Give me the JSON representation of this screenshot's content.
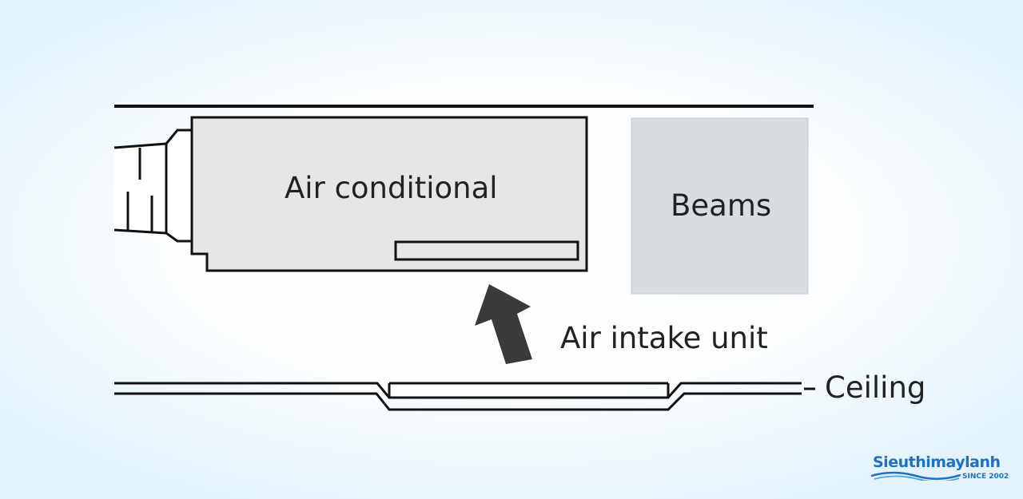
{
  "labels": {
    "air_conditioner": "Air conditional",
    "beams": "Beams",
    "air_intake": "Air intake unit",
    "ceiling": "Ceiling"
  },
  "logo": {
    "name": "Sieuthimaylanh",
    "since": "SINCE 2002"
  },
  "colors": {
    "line": "#111111",
    "unit_fill": "#e8e6e4",
    "beam_fill": "#d9dde0",
    "arrow": "#3a3a3a",
    "label": "#222222",
    "logo": "#1f6fc5"
  }
}
